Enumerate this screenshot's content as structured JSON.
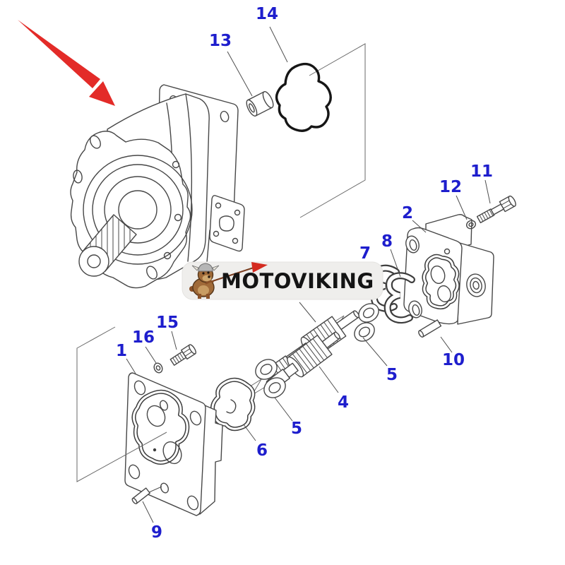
{
  "watermark": {
    "text": "MOTOVIKING",
    "mascot_icon": "viking-dog-mascot-icon"
  },
  "annotations": {
    "arrow_icon": "red-pointer-arrow-icon",
    "labels": {
      "p1": "1",
      "p2": "2",
      "p4": "4",
      "p5a": "5",
      "p5b": "5",
      "p6": "6",
      "p7": "7",
      "p8": "8",
      "p9": "9",
      "p10": "10",
      "p11": "11",
      "p12": "12",
      "p13": "13",
      "p14": "14",
      "p15": "15",
      "p16": "16"
    }
  },
  "colors": {
    "label_blue": "#1e1ecd",
    "arrow_red": "#e32b28",
    "line_gray": "#474747",
    "gasket_black": "#161616",
    "watermark_bg": "#efeeec",
    "watermark_text": "#141414",
    "mascot_brown": "#a06a38",
    "flag_red": "#d42b20"
  }
}
